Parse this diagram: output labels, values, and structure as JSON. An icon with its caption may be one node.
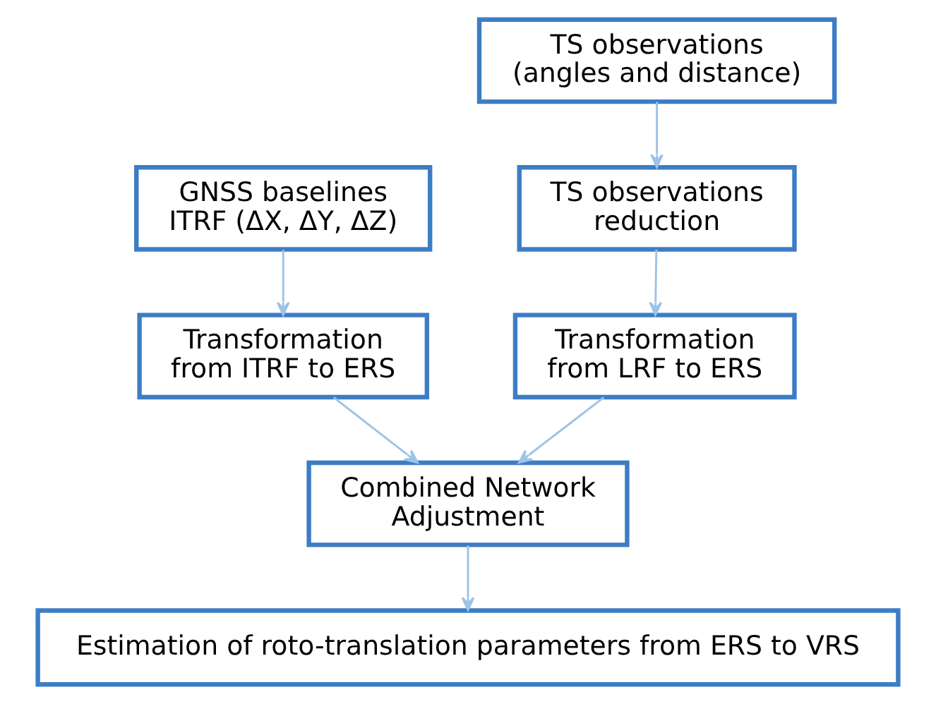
{
  "diagram": {
    "nodes": [
      {
        "text": [
          "GNSS baselines ITRF (ΔX, ΔY, ΔZ)"
        ]
      },
      {
        "text": [
          "TS observations (angles and distance)"
        ]
      },
      {
        "text": [
          "TS observations reduction"
        ]
      },
      {
        "text": [
          "Transformation from ITRF to ERS"
        ]
      },
      {
        "text": [
          "Transformation from LRF to ERS"
        ]
      },
      {
        "text": [
          "Combined Network Adjustment"
        ]
      },
      {
        "text": [
          "Estimation of roto-translation parameters from ERS to VRS"
        ]
      }
    ],
    "edges": [
      {
        "from": 0,
        "to": 3,
        "arrow": "to"
      },
      {
        "from": 1,
        "to": 2,
        "arrow": "to"
      },
      {
        "from": 2,
        "to": 4,
        "arrow": "to"
      },
      {
        "from": 3,
        "to": 5,
        "arrow": "to"
      },
      {
        "from": 4,
        "to": 5,
        "arrow": "to"
      },
      {
        "from": 5,
        "to": 6,
        "arrow": "to"
      }
    ]
  }
}
